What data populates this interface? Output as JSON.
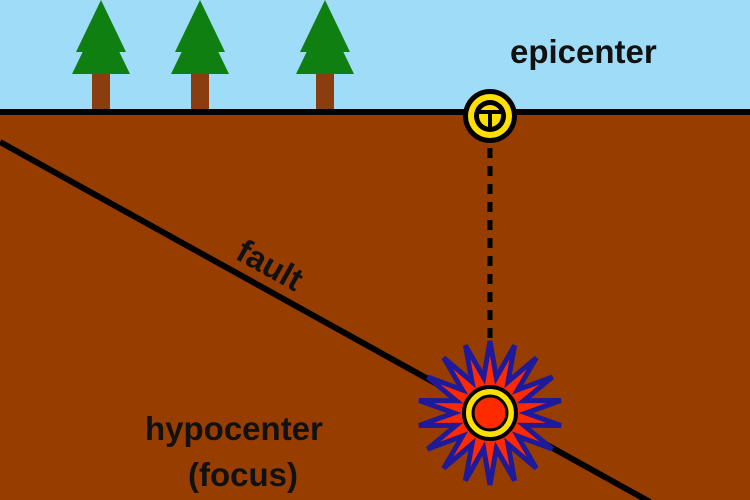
{
  "labels": {
    "epicenter": "epicenter",
    "fault": "fault",
    "hypocenter_line1": "hypocenter",
    "hypocenter_line2": "(focus)"
  },
  "colors": {
    "sky": "#9fdcf7",
    "ground": "#973d00",
    "tree_foliage": "#0e7f10",
    "tree_trunk": "#8a3e10",
    "line": "#000000",
    "marker_ring": "#ffe000",
    "focus_core": "#ff2a00",
    "burst_outline": "#1f1a9a"
  },
  "icons": [
    "pine-tree-icon",
    "epicenter-marker-icon",
    "seismic-burst-icon"
  ]
}
